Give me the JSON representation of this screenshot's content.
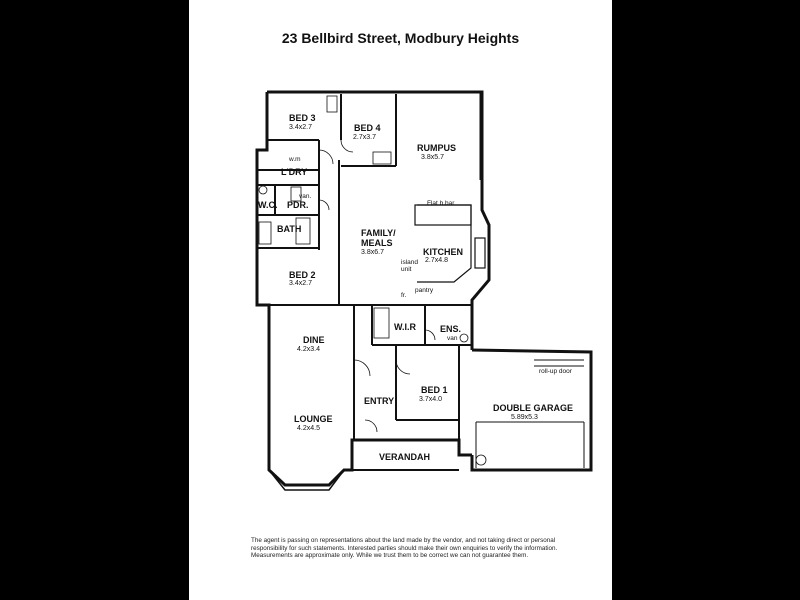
{
  "title": "23 Bellbird Street, Modbury Heights",
  "rooms": {
    "bed3": {
      "name": "BED 3",
      "dims": "3.4x2.7"
    },
    "bed4": {
      "name": "BED 4",
      "dims": "2.7x3.7"
    },
    "rumpus": {
      "name": "RUMPUS",
      "dims": "3.8x5.7"
    },
    "ldry": {
      "name": "L'DRY"
    },
    "wc": {
      "name": "W.C."
    },
    "pdr": {
      "name": "PDR."
    },
    "bath": {
      "name": "BATH"
    },
    "family": {
      "name_1": "FAMILY/",
      "name_2": "MEALS",
      "dims": "3.8x6.7"
    },
    "kitchen": {
      "name": "KITCHEN",
      "dims": "2.7x4.8"
    },
    "bed2": {
      "name": "BED 2",
      "dims": "3.4x2.7"
    },
    "dine": {
      "name": "DINE",
      "dims": "4.2x3.4"
    },
    "wir": {
      "name": "W.I.R"
    },
    "ens": {
      "name": "ENS."
    },
    "bed1": {
      "name": "BED 1",
      "dims": "3.7x4.0"
    },
    "entry": {
      "name": "ENTRY"
    },
    "lounge": {
      "name": "LOUNGE",
      "dims": "4.2x4.5"
    },
    "garage": {
      "name": "DOUBLE GARAGE",
      "dims": "5.89x5.3"
    },
    "verandah": {
      "name": "VERANDAH"
    }
  },
  "fixtures": {
    "flat_bar": "Flat b.bar",
    "island_1": "island",
    "island_2": "unit",
    "pantry": "pantry",
    "fr": "fr.",
    "wm": "w.m",
    "van_pdr": "van.",
    "van_ens": "van",
    "roll_up_door": "roll-up door"
  },
  "disclaimer": "The agent is passing on representations about the land made by the vendor, and not taking direct or personal responsibility for such statements. Interested parties should make their own enquiries to verify the information. Measurements are approximate only. While we trust them to be correct we can not guarantee them."
}
